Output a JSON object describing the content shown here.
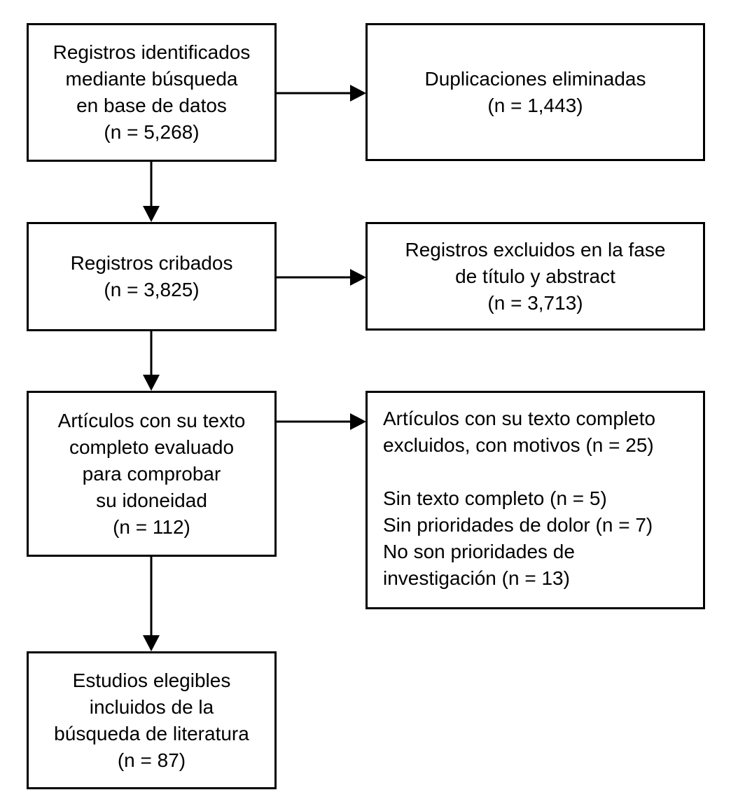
{
  "colors": {
    "background": "#ffffff",
    "box_border": "#000000",
    "text": "#000000",
    "arrow": "#000000"
  },
  "flowchart": {
    "boxes": {
      "identified": {
        "lines": [
          "Registros identificados",
          "mediante búsqueda",
          "en base de datos",
          "(n = 5,268)"
        ]
      },
      "duplicates": {
        "lines": [
          "Duplicaciones eliminadas",
          "(n = 1,443)"
        ]
      },
      "screened": {
        "lines": [
          "Registros cribados",
          "(n = 3,825)"
        ]
      },
      "excluded_title_abstract": {
        "lines": [
          "Registros excluidos en la fase",
          "de título y abstract",
          "(n = 3,713)"
        ]
      },
      "fulltext_assessed": {
        "lines": [
          "Artículos con su texto",
          "completo evaluado",
          "para comprobar",
          "su idoneidad",
          "(n = 112)"
        ]
      },
      "fulltext_excluded": {
        "lines": [
          "Artículos con su texto completo",
          "excluidos, con motivos (n = 25)",
          "",
          "Sin texto completo (n = 5)",
          "Sin prioridades de dolor (n = 7)",
          "No son prioridades de",
          "investigación (n = 13)"
        ]
      },
      "included": {
        "lines": [
          "Estudios elegibles",
          "incluidos de la",
          "búsqueda de literatura",
          "(n = 87)"
        ]
      }
    }
  }
}
